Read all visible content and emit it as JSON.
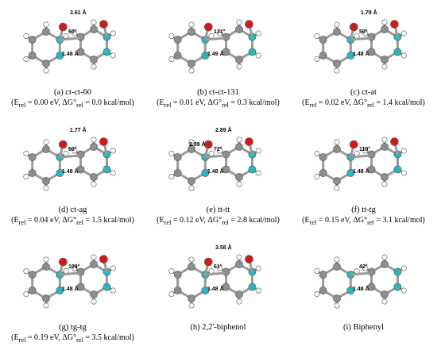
{
  "panels": [
    {
      "id": "a",
      "label": "(a) ct-ct-60",
      "energy": "(E",
      "energy_rel": "rel",
      "energy_mid": " = 0.00 eV, ΔG°",
      "energy_rel2": "rel",
      "energy_end": " = 0.0 kcal/mol)",
      "m1": "3.61 Å",
      "m2": "60°",
      "m3": "1.48 Å"
    },
    {
      "id": "b",
      "label": "(b) ct-ct-131",
      "energy": "(E",
      "energy_rel": "rel",
      "energy_mid": " = 0.01 eV, ΔG°",
      "energy_rel2": "rel",
      "energy_end": " = 0.3 kcal/mol)",
      "m1": "",
      "m2": "131°",
      "m3": "1.49 Å"
    },
    {
      "id": "c",
      "label": "(c) ct-at",
      "energy": "(E",
      "energy_rel": "rel",
      "energy_mid": " = 0.02 eV, ΔG°",
      "energy_rel2": "rel",
      "energy_end": " = 1.4 kcal/mol)",
      "m1": "1.79 Å",
      "m2": "50°",
      "m3": "1.48 Å"
    },
    {
      "id": "d",
      "label": "(d) ct-ag",
      "energy": "(E",
      "energy_rel": "rel",
      "energy_mid": " = 0.04 eV, ΔG°",
      "energy_rel2": "rel",
      "energy_end": " = 1.5 kcal/mol)",
      "m1": "1.77 Å",
      "m2": "60°",
      "m3": "1.48 Å"
    },
    {
      "id": "e",
      "label": "(e) tt-tt",
      "energy": "(E",
      "energy_rel": "rel",
      "energy_mid": " = 0.12 eV, ΔG°",
      "energy_rel2": "rel",
      "energy_end": " = 2.8 kcal/mol)",
      "m1": "2.89 Å",
      "m2": "72°",
      "m3": "1.48 Å",
      "m4": "2.89 Å"
    },
    {
      "id": "f",
      "label": "(f) tt-tg",
      "energy": "(E",
      "energy_rel": "rel",
      "energy_mid": " = 0.15 eV, ΔG°",
      "energy_rel2": "rel",
      "energy_end": " = 3.1 kcal/mol)",
      "m1": "",
      "m2": "110°",
      "m3": "1.48 Å"
    },
    {
      "id": "g",
      "label": "(g) tg-tg",
      "energy": "(E",
      "energy_rel": "rel",
      "energy_mid": " = 0.19 eV, ΔG°",
      "energy_rel2": "rel",
      "energy_end": " = 3.5 kcal/mol)",
      "m1": "",
      "m2": "109°",
      "m3": "1.48 Å"
    },
    {
      "id": "h",
      "label": "(h) 2,2'-biphenol",
      "m1": "3.58 Å",
      "m2": "61°",
      "m3": "1.48 Å"
    },
    {
      "id": "i",
      "label": "(i) Biphenyl",
      "m1": "",
      "m2": "42°",
      "m3": "1.48 Å"
    }
  ],
  "colors": {
    "carbon": "#8e8e8e",
    "hydrogen": "#ffffff",
    "oxygen": "#d11a1a",
    "ring_carbon": "#29b6c0"
  }
}
